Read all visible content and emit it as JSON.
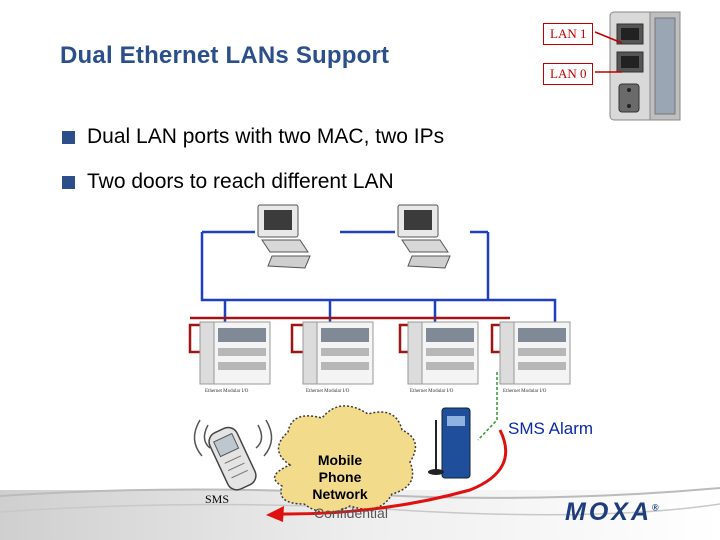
{
  "slide": {
    "title": "Dual Ethernet LANs Support",
    "bullets": [
      "Dual LAN ports with two MAC, two IPs",
      "Two doors to reach different LAN"
    ]
  },
  "device": {
    "lan1_label": "LAN 1",
    "lan0_label": "LAN 0"
  },
  "diagram": {
    "sms_alarm": "SMS Alarm",
    "cloud_lines": [
      "Mobile",
      "Phone",
      "Network"
    ],
    "sms_label": "SMS",
    "module_caption": "Ethernet Modular I/O"
  },
  "footer": {
    "confidential": "Confidential",
    "logo": "MOXA",
    "registered": "®"
  },
  "colors": {
    "title": "#2a4f8a",
    "bullet_mark": "#2a4f8a",
    "lan_blue": "#1f3fbf",
    "lan_red": "#a01414",
    "alert_red": "#e01010",
    "sms_alarm_text": "#0b2aa8",
    "cloud": "#f2dc8c",
    "footer_gray": "#d6d6d6"
  }
}
